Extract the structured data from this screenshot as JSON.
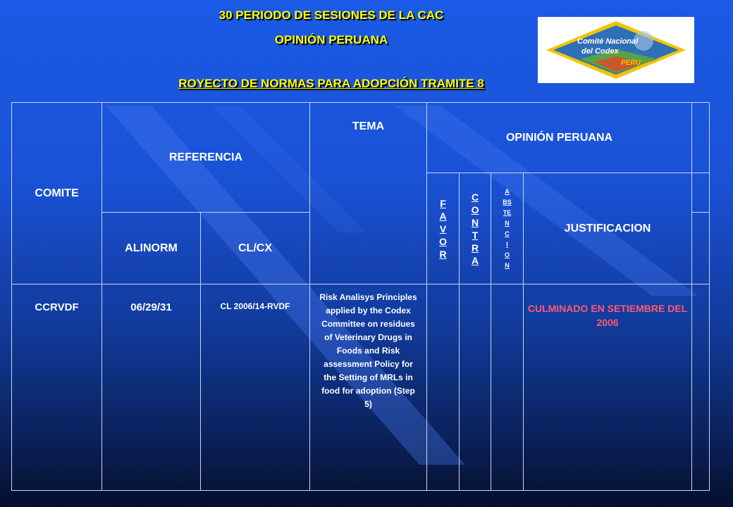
{
  "header": {
    "line1": "30 PERIODO DE SESIONES DE LA CAC",
    "line2": "OPINIÓN PERUANA",
    "line3": "ROYECTO DE NORMAS PARA ADOPCIÓN TRAMITE 8"
  },
  "logo": {
    "line1": "Comité Nacional",
    "line2": "del Codex",
    "line3": "PERU"
  },
  "table": {
    "headers": {
      "comite": "COMITE",
      "referencia": "REFERENCIA",
      "tema": "TEMA",
      "opinion": "OPINIÓN PERUANA",
      "alinorm": "ALINORM",
      "clcx": "CL/CX",
      "favor": [
        "F",
        "A",
        "V",
        "O",
        "R"
      ],
      "contra": [
        "C",
        "O",
        "N",
        "T",
        "R",
        "A"
      ],
      "abstencion": [
        "A",
        "BS",
        "TE",
        "N",
        "C",
        "I",
        "O",
        "N"
      ],
      "justificacion": "JUSTIFICACION"
    },
    "rows": [
      {
        "comite": "CCRVDF",
        "alinorm": "06/29/31",
        "clcx": "CL 2006/14-RVDF",
        "tema": "Risk Analisys Principles applied by the Codex Committee on residues of Veterinary Drugs in Foods and Risk assessment Policy for the Setting of MRLs in food for adoption (Step 5)",
        "favor": "",
        "contra": "",
        "abstencion": "",
        "justificacion": "CULMINADO EN SETIEMBRE DEL 2006"
      }
    ]
  }
}
